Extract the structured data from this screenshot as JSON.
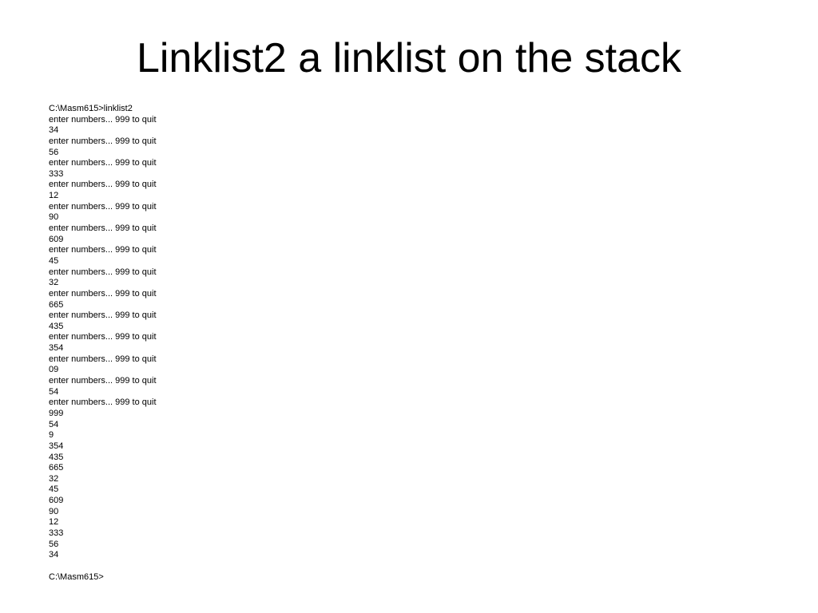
{
  "slide": {
    "title": "Linklist2 a linklist on the stack"
  },
  "console": {
    "lines": [
      "C:\\Masm615>linklist2",
      "enter numbers... 999 to quit",
      "34",
      "enter numbers... 999 to quit",
      "56",
      "enter numbers... 999 to quit",
      "333",
      "enter numbers... 999 to quit",
      "12",
      "enter numbers... 999 to quit",
      "90",
      "enter numbers... 999 to quit",
      "609",
      "enter numbers... 999 to quit",
      "45",
      "enter numbers... 999 to quit",
      "32",
      "enter numbers... 999 to quit",
      "665",
      "enter numbers... 999 to quit",
      "435",
      "enter numbers... 999 to quit",
      "354",
      "enter numbers... 999 to quit",
      "09",
      "enter numbers... 999 to quit",
      "54",
      "enter numbers... 999 to quit",
      "999",
      "54",
      "9",
      "354",
      "435",
      "665",
      "32",
      "45",
      "609",
      "90",
      "12",
      "333",
      "56",
      "34",
      "",
      "C:\\Masm615>"
    ]
  }
}
